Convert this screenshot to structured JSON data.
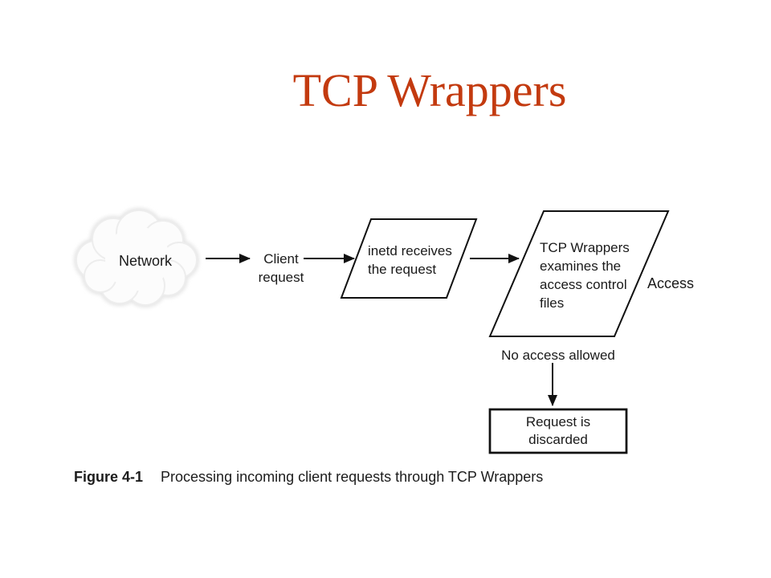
{
  "slide": {
    "title": "TCP Wrappers"
  },
  "colors": {
    "title_accent": "#C33A0F",
    "diagram_ink": "#1A1A1A",
    "cloud_shade": "#E5E5E5",
    "background": "#FFFFFF"
  },
  "diagram": {
    "network_label": "Network",
    "client_request_label": "Client\nrequest",
    "inetd_box_label": "inetd receives\nthe request",
    "tcp_wrappers_box_label": "TCP Wrappers\nexamines the\naccess control\nfiles",
    "access_label": "Access",
    "no_access_label": "No access allowed",
    "discarded_box_label": "Request is\ndiscarded"
  },
  "caption": {
    "figure_number": "Figure 4-1",
    "text": "Processing incoming client requests through TCP Wrappers"
  }
}
